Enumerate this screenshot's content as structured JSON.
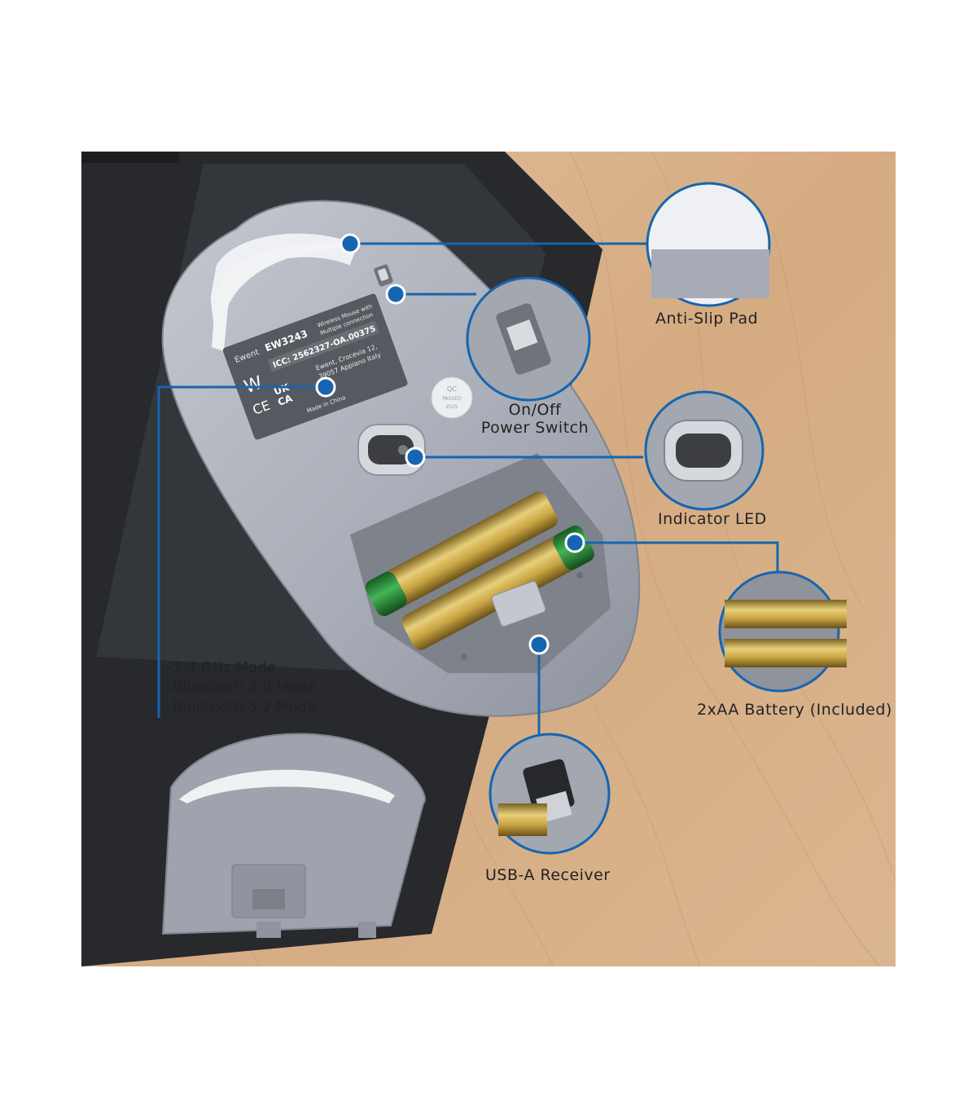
{
  "callouts": {
    "anti_slip_pad": "Anti-Slip Pad",
    "power_switch_line1": "On/Off",
    "power_switch_line2": "Power Switch",
    "indicator_led": "Indicator LED",
    "battery": "2xAA Battery (Included)",
    "usb_receiver": "USB-A Receiver"
  },
  "modes": [
    "-2.4 GHz Mode",
    "-Bluetooth 3.0 Mode",
    "-Bluetooth 5.2 Mode"
  ],
  "label": {
    "brand": "Ewent",
    "model": "EW3243",
    "desc_1": "Wireless Mouse with",
    "desc_2": "Multiple connection",
    "icc": "ICC: 2562327-OA.00375",
    "addr_1": "Ewent, Crocevia 12,",
    "addr_2": "39057 Appiano Italy",
    "made_in": "Made in China",
    "ce": "CE",
    "ukca_1": "UK",
    "ukca_2": "CA",
    "w": "W"
  },
  "qc_sticker": {
    "line1": "QC",
    "line2": "PASSED",
    "line3": "2025"
  },
  "colors": {
    "accent": "#1565b0",
    "wood": "#d7b08a",
    "mat": "#2b2d31",
    "mouse_shell": "#9ea3ad",
    "battery_gold": "#c8a646",
    "battery_green": "#2e9a3c"
  }
}
